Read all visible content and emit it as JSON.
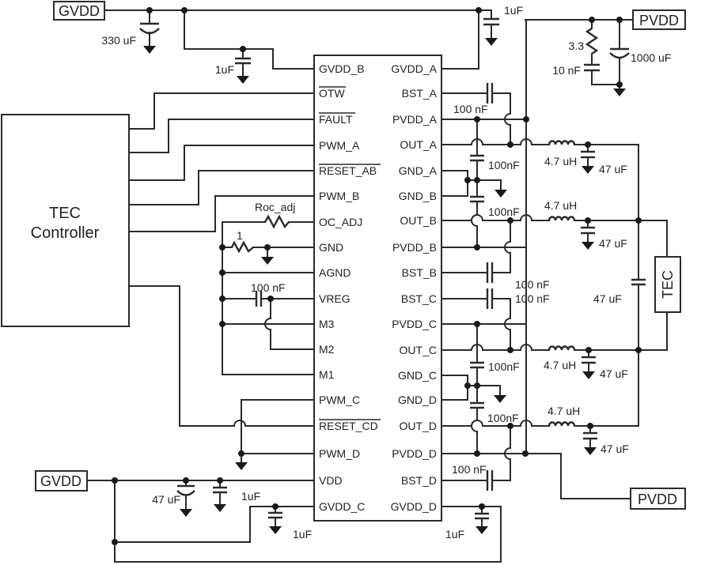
{
  "colors": {
    "line": "#2a2a2a",
    "background": "#ffffff"
  },
  "supplies": {
    "gvdd_top": "GVDD",
    "pvdd_top": "PVDD",
    "gvdd_bottom": "GVDD",
    "pvdd_bottom": "PVDD"
  },
  "blocks": {
    "controller_line1": "TEC",
    "controller_line2": "Controller",
    "tec": "TEC"
  },
  "ic": {
    "left_pins": [
      "GVDD_B",
      "OTW",
      "FAULT",
      "PWM_A",
      "RESET_AB",
      "PWM_B",
      "OC_ADJ",
      "GND",
      "AGND",
      "VREG",
      "M3",
      "M2",
      "M1",
      "PWM_C",
      "RESET_CD",
      "PWM_D",
      "VDD",
      "GVDD_C"
    ],
    "right_pins": [
      "GVDD_A",
      "BST_A",
      "PVDD_A",
      "OUT_A",
      "GND_A",
      "GND_B",
      "OUT_B",
      "PVDD_B",
      "BST_B",
      "BST_C",
      "PVDD_C",
      "OUT_C",
      "GND_C",
      "GND_D",
      "OUT_D",
      "PVDD_D",
      "BST_D",
      "GVDD_D"
    ],
    "overline_pins": [
      "OTW",
      "FAULT",
      "RESET_AB",
      "RESET_CD"
    ]
  },
  "components": {
    "cap_330uF": "330 uF",
    "cap_1uF_gvdd_b": "1uF",
    "cap_1uF_gvdd_a": "1uF",
    "res_3_3": "3.3",
    "cap_10nF": "10 nF",
    "cap_1000uF": "1000 uF",
    "cap_bst_a": "100 nF",
    "cap_pvdd_a": "100nF",
    "cap_pvdd_b": "100nF",
    "cap_bst_b": "100 nF",
    "cap_bst_c": "100 nF",
    "cap_pvdd_c": "100nF",
    "cap_pvdd_d": "100nF",
    "cap_bst_d": "100 nF",
    "ind_a": "4.7 uH",
    "ind_b": "4.7 uH",
    "ind_c": "4.7 uH",
    "ind_d": "4.7 uH",
    "cap_out_a": "47 uF",
    "cap_out_b": "47 uF",
    "cap_out_c": "47 uF",
    "cap_out_d": "47 uF",
    "cap_tec": "47 uF",
    "cap_vdd_47uF": "47 uF",
    "cap_vdd_1uF": "1uF",
    "cap_gvdd_c": "1uF",
    "cap_gvdd_d": "1uF",
    "res_roc": "Roc_adj",
    "res_1": "1",
    "cap_vreg": "100 nF"
  }
}
